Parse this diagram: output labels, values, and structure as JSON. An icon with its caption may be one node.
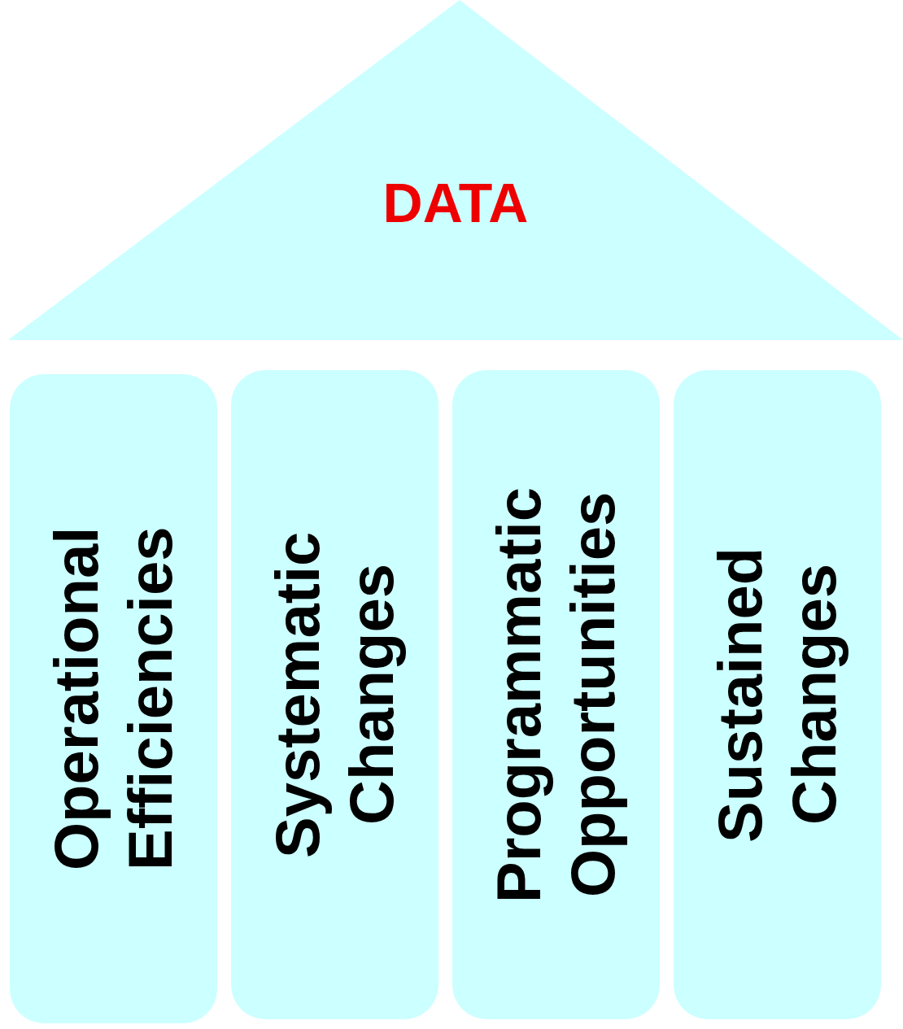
{
  "diagram": {
    "nodes": [
      {
        "text": [
          "DATA"
        ]
      },
      {
        "text": [
          "Operational Efficiencies"
        ]
      },
      {
        "text": [
          "Systematic Changes"
        ]
      },
      {
        "text": [
          "Programmatic Opportunities"
        ]
      },
      {
        "text": [
          "Sustained Changes"
        ]
      }
    ]
  }
}
